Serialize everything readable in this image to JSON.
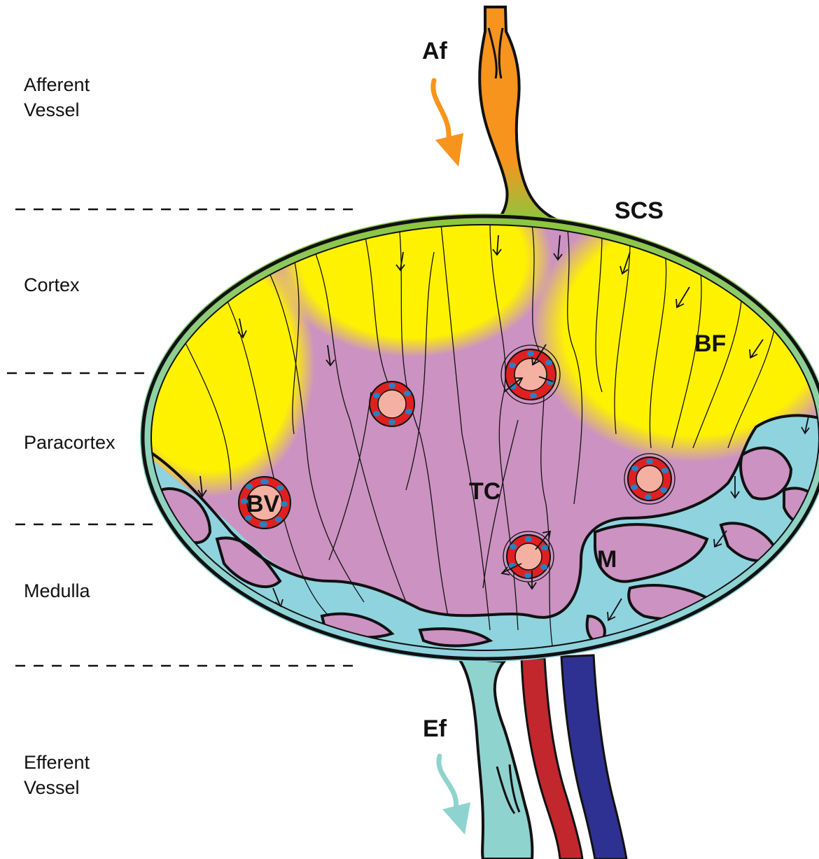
{
  "zones": {
    "afferent_vessel": [
      "Afferent",
      "Vessel"
    ],
    "cortex": "Cortex",
    "paracortex": "Paracortex",
    "medulla": "Medulla",
    "efferent_vessel": [
      "Efferent",
      "Vessel"
    ]
  },
  "structures": {
    "af": "Af",
    "scs": "SCS",
    "bf": "BF",
    "tc": "TC",
    "bv": "BV",
    "m": "M",
    "ef": "Ef"
  },
  "colors": {
    "afferent_lymph": "#f7941d",
    "subcapsular_sinus": "#8dc63f",
    "b_follicle": "#fff200",
    "t_cell_zone": "#cc92c2",
    "medullary_sinus": "#8fd3df",
    "efferent_lymph": "#8fd3cf",
    "artery": "#c1272d",
    "vein": "#2e3192",
    "endothelial_cell": "#e02020",
    "nucleus": "#2a7fc0",
    "vessel_lumen": "#f4b0a0"
  }
}
